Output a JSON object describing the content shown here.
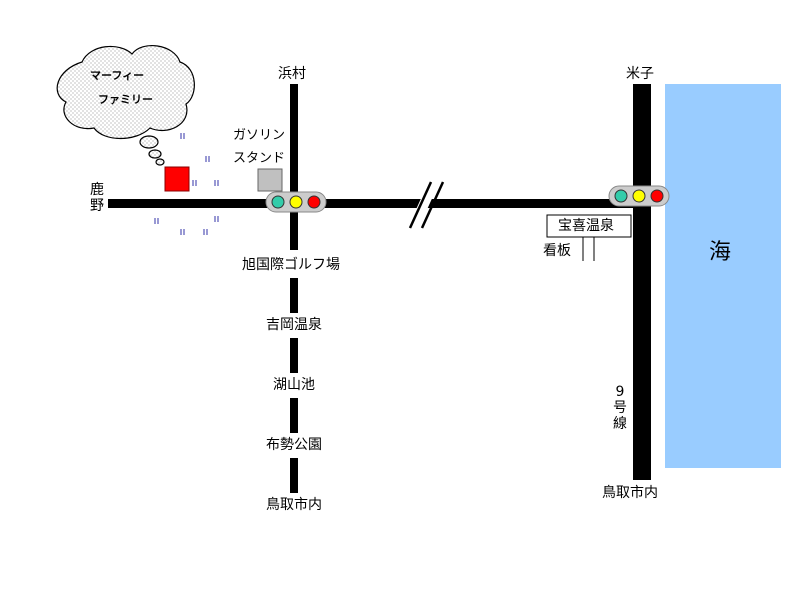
{
  "map": {
    "sea_label": "海",
    "sea_color": "#99ccff",
    "road_color": "#000000",
    "west_label": "鹿野",
    "route9_label": "9号線",
    "hamamura_road": {
      "north_label": "浜村",
      "stops": [
        "旭国際ゴルフ場",
        "吉岡温泉",
        "湖山池",
        "布勢公園",
        "鳥取市内"
      ]
    },
    "yonago_road": {
      "north_label": "米子",
      "south_label": "鳥取市内"
    },
    "gas_station": {
      "label_line1": "ガソリン",
      "label_line2": "スタンド",
      "color": "#c0c0c0"
    },
    "sign": {
      "label": "宝喜温泉",
      "caption": "看板"
    },
    "destination": {
      "bubble_line1": "マーフィー",
      "bubble_line2": "ファミリー",
      "color": "#ff0000"
    },
    "traffic_light_colors": [
      "#33ccaa",
      "#ffff00",
      "#ff0000"
    ]
  }
}
